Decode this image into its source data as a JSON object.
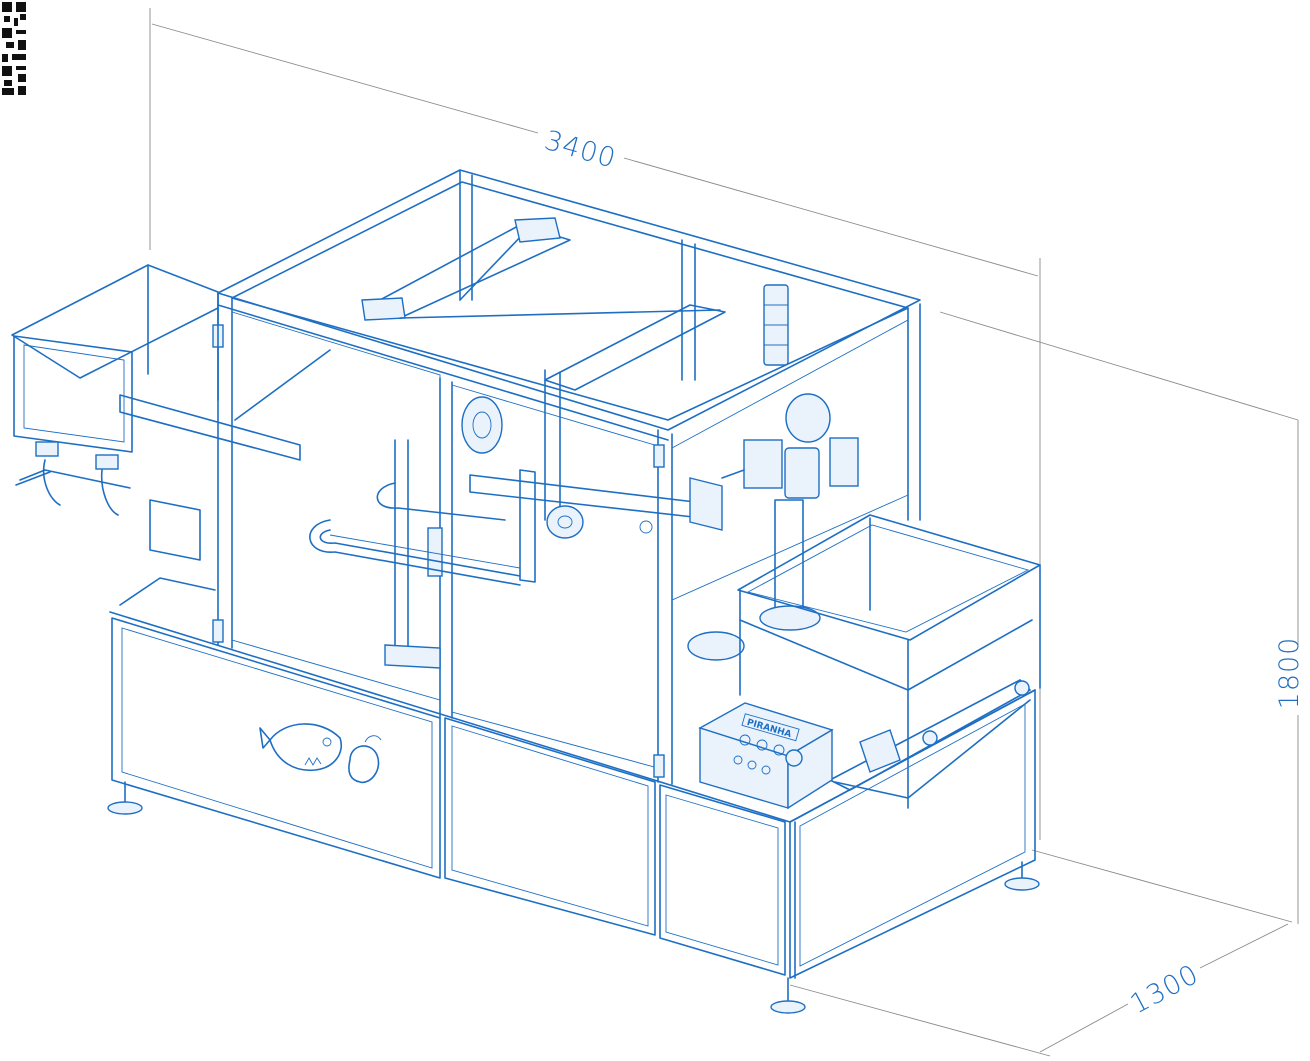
{
  "dimensions": {
    "length": "3400",
    "height": "1800",
    "depth": "1300"
  },
  "control_panel": {
    "brand_label": "PIRANHA"
  },
  "colors": {
    "line": "#1e6fc4",
    "dimension_line": "#8a8a8a",
    "background": "#ffffff"
  }
}
